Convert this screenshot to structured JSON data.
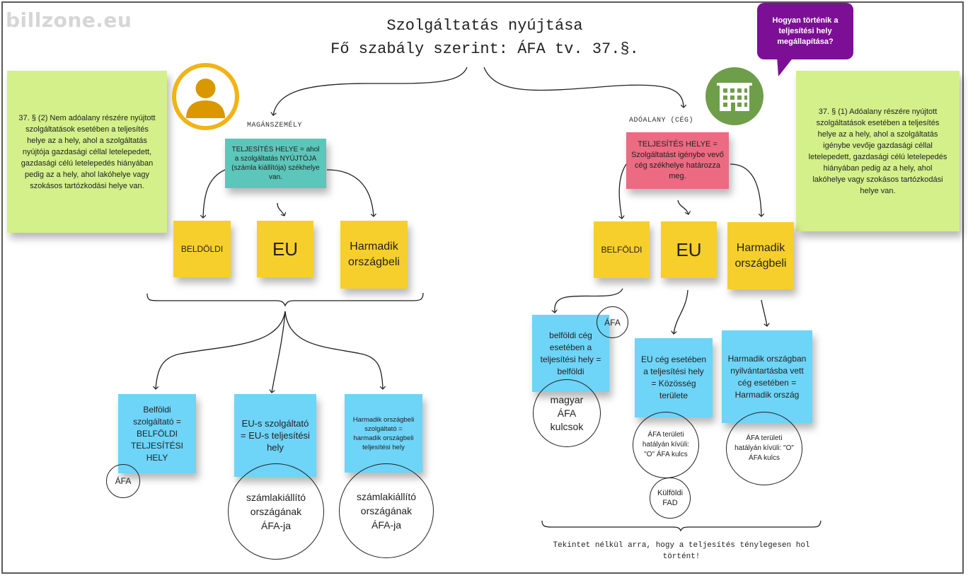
{
  "logo": "billzone.eu",
  "title": {
    "line1": "Szolgáltatás nyújtása",
    "line2": "Fő szabály szerint: ÁFA tv. 37.§."
  },
  "bubble": "Hogyan történik a teljesítési hely megállapítása?",
  "left": {
    "rule_text": "37. § (2) Nem adóalany részére nyújtott szolgáltatások esetében a teljesítés helye az a hely, ahol a szolgáltatás nyújtója gazdasági céllal letelepedett, gazdasági célú letelepedés hiányában pedig az a hely, ahol lakóhelye vagy szokásos tartózkodási helye van.",
    "label": "MAGÁNSZEMÉLY",
    "place": "TELJESÍTÉS HELYE = ahol a szolgáltatás NYÚJTÓJA (számla kiállítója) székhelye van.",
    "categories": [
      "BELDÖLDI",
      "EU",
      "Harmadik országbeli"
    ],
    "results": [
      "Belföldi szolgáltató = BELFÖLDI TELJESÍTÉSI HELY",
      "EU-s szolgáltató = EU-s teljesítési hely",
      "Harmadik országbeli szolgáltató = harmadik országbeli teljesítési hely"
    ],
    "circles": [
      "ÁFA",
      "számlakiállító országának ÁFA-ja",
      "számlakiállító országának ÁFA-ja"
    ]
  },
  "right": {
    "rule_text": "37. § (1) Adóalany részére nyújtott szolgáltatások esetében a teljesítés helye az a hely, ahol a szolgáltatás igénybe vevője gazdasági céllal letelepedett, gazdasági célú letelepedés hiányában pedig az a hely, ahol lakóhelye vagy szokásos tartózkodási helye van.",
    "label": "ADÓALANY (CÉG)",
    "place": "TELJESÍTÉS HELYE = Szolgáltatást igénybe vevő cég székhelye határozza meg.",
    "categories": [
      "BELFÖLDI",
      "EU",
      "Harmadik országbeli"
    ],
    "results": [
      "belföldi cég esetében a teljesítési hely = belföldi",
      "EU cég esetében a teljesítési hely = Közösség területe",
      "Harmadik országban nyilvántartásba vett cég esetében = Harmadik ország"
    ],
    "circles": {
      "afa": "ÁFA",
      "magyar": "magyar ÁFA kulcsok",
      "eu_zero": "ÁFA területi hatályán kívüli: \"O\" ÁFA kulcs",
      "kulfoldi": "Külföldi FAD",
      "third_zero": "ÁFA területi hatályán kívüli: \"O\" ÁFA kulcs"
    },
    "caption": "Tekintet nélkül arra, hogy a teljesítés ténylegesen hol történt!"
  },
  "colors": {
    "green_note": "#d3f08a",
    "yellow_note": "#f7cf2c",
    "teal_note": "#5cc6ba",
    "pink_note": "#ec6a82",
    "blue_note": "#6ed4f8",
    "bubble": "#7d0f96",
    "avatar_ring": "#f0b419",
    "building_bg": "#6f9e4a"
  },
  "icons": [
    "person-icon",
    "building-icon"
  ]
}
